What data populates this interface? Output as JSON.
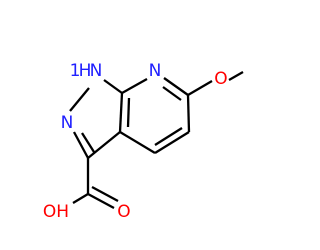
{
  "molecule": {
    "colors": {
      "bond": "#000000",
      "nitrogen": "#2020ff",
      "oxygen": "#ff0000"
    },
    "atoms": {
      "nh": "N",
      "nh_h": "H",
      "nh_prefix": "1",
      "n_pyrazole": "N",
      "n_pyridine": "N",
      "o_methoxy": "O",
      "o_carbonyl": "O",
      "o_hydroxyl": "OH"
    }
  }
}
